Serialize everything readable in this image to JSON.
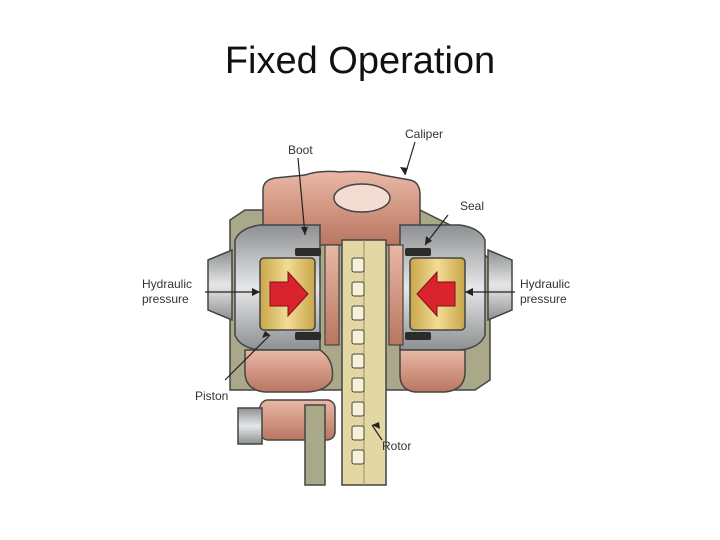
{
  "slide": {
    "title": "Fixed Operation"
  },
  "diagram": {
    "labels": {
      "caliper": "Caliper",
      "boot": "Boot",
      "seal": "Seal",
      "hydraulic_left_1": "Hydraulic",
      "hydraulic_left_2": "pressure",
      "hydraulic_right_1": "Hydraulic",
      "hydraulic_right_2": "pressure",
      "piston": "Piston",
      "rotor": "Rotor"
    },
    "colors": {
      "caliper_body": "#d9a08d",
      "housing_olive": "#a9a98a",
      "piston_gray": "#b7b9bb",
      "piston_pad": "#e6c97a",
      "arrow_red": "#d9232e",
      "rotor_tan": "#e3d7a3"
    }
  }
}
